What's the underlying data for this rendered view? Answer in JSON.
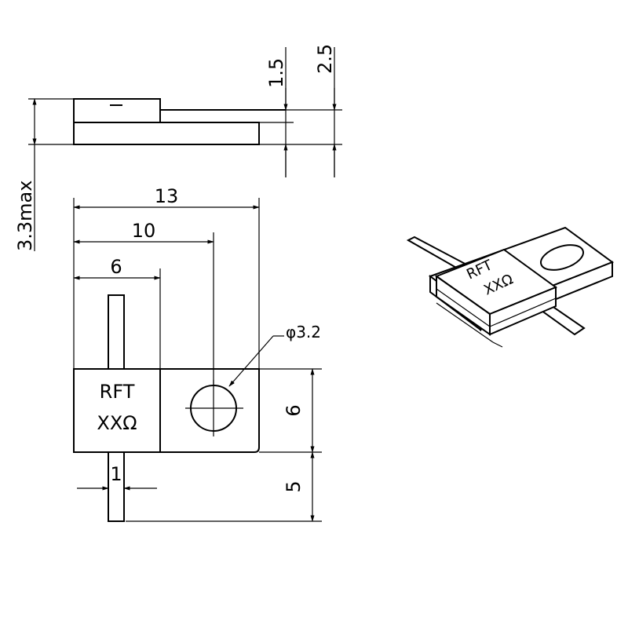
{
  "dimensions": {
    "height_max": "3.3max",
    "offset_1": "1.5",
    "offset_2": "2.5",
    "length_total": "13",
    "hole_position": "10",
    "body_length": "6",
    "hole_diameter": "φ3.2",
    "body_width": "6",
    "lead_length": "5",
    "lead_width": "1"
  },
  "marking": {
    "line1": "RFT",
    "line2": "XXΩ"
  }
}
